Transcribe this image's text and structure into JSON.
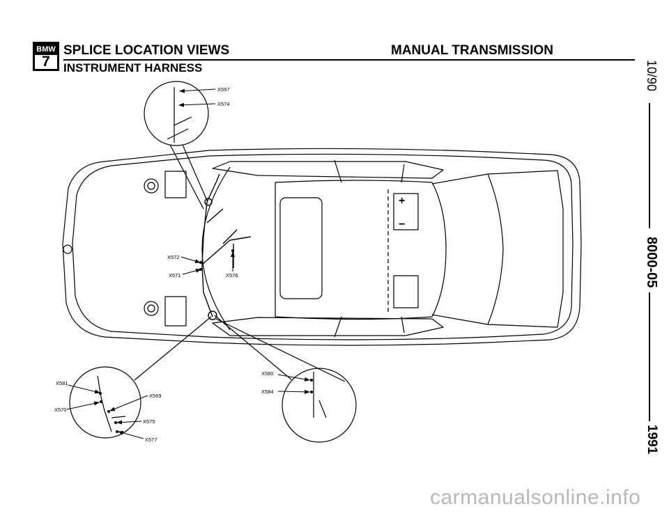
{
  "header": {
    "logo_brand": "BMW",
    "logo_number": "7",
    "title": "SPLICE LOCATION VIEWS",
    "section": "MANUAL TRANSMISSION",
    "subtitle": "INSTRUMENT HARNESS"
  },
  "sidebar": {
    "date": "10/90",
    "code": "8000-05",
    "year": "1991"
  },
  "callouts": {
    "x597": "X597",
    "x574": "X574",
    "x572": "X572",
    "x571": "X571",
    "x576": "X576",
    "x581": "X581",
    "x570": "X570",
    "x569": "X569",
    "x575": "X575",
    "x577": "X577",
    "x580": "X580",
    "x584": "X584"
  },
  "battery": {
    "plus": "+",
    "minus": "−"
  },
  "watermark": "carmanualsonline.info"
}
